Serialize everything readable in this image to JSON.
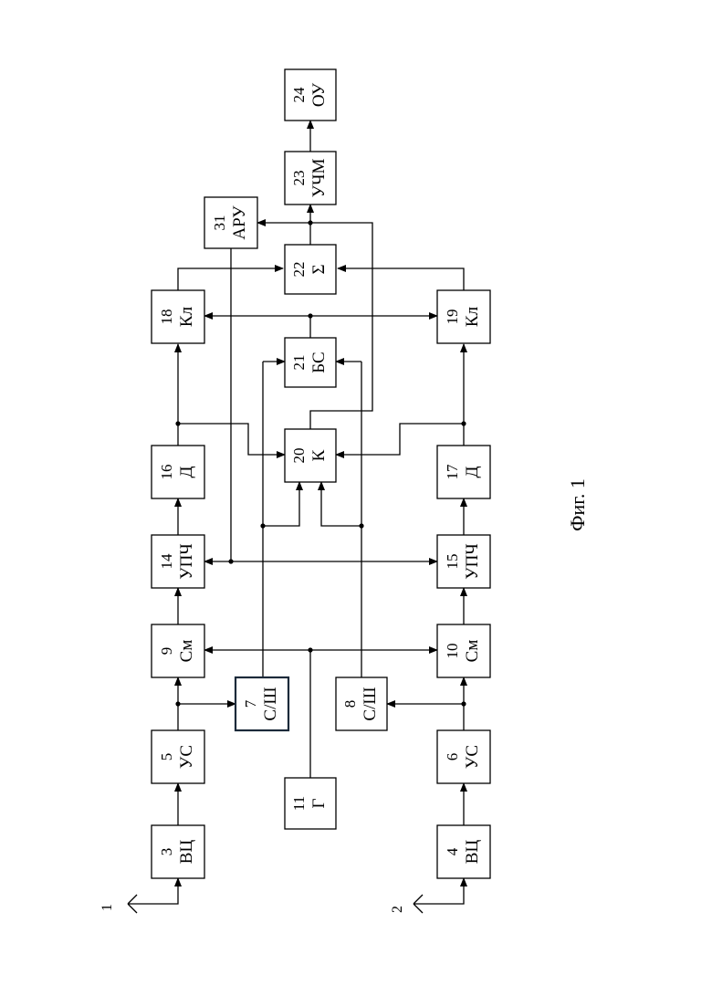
{
  "caption": "Фиг. 1",
  "antennas": [
    {
      "id": "ant-1",
      "label": "1"
    },
    {
      "id": "ant-2",
      "label": "2"
    }
  ],
  "blocks": [
    {
      "id": "b3",
      "num": "3",
      "label": "ВЦ"
    },
    {
      "id": "b4",
      "num": "4",
      "label": "ВЦ"
    },
    {
      "id": "b5",
      "num": "5",
      "label": "УС"
    },
    {
      "id": "b6",
      "num": "6",
      "label": "УС"
    },
    {
      "id": "b7",
      "num": "7",
      "label": "С/Ш"
    },
    {
      "id": "b8",
      "num": "8",
      "label": "С/Ш"
    },
    {
      "id": "b9",
      "num": "9",
      "label": "См"
    },
    {
      "id": "b10",
      "num": "10",
      "label": "См"
    },
    {
      "id": "b11",
      "num": "11",
      "label": "Г"
    },
    {
      "id": "b14",
      "num": "14",
      "label": "УПЧ"
    },
    {
      "id": "b15",
      "num": "15",
      "label": "УПЧ"
    },
    {
      "id": "b16",
      "num": "16",
      "label": "Д"
    },
    {
      "id": "b17",
      "num": "17",
      "label": "Д"
    },
    {
      "id": "b18",
      "num": "18",
      "label": "Кл"
    },
    {
      "id": "b19",
      "num": "19",
      "label": "Кл"
    },
    {
      "id": "b20",
      "num": "20",
      "label": "К"
    },
    {
      "id": "b21",
      "num": "21",
      "label": "БС"
    },
    {
      "id": "b22",
      "num": "22",
      "label": "Σ"
    },
    {
      "id": "b23",
      "num": "23",
      "label": "УЧМ"
    },
    {
      "id": "b24",
      "num": "24",
      "label": "ОУ"
    },
    {
      "id": "b31",
      "num": "31",
      "label": "АРУ"
    }
  ]
}
